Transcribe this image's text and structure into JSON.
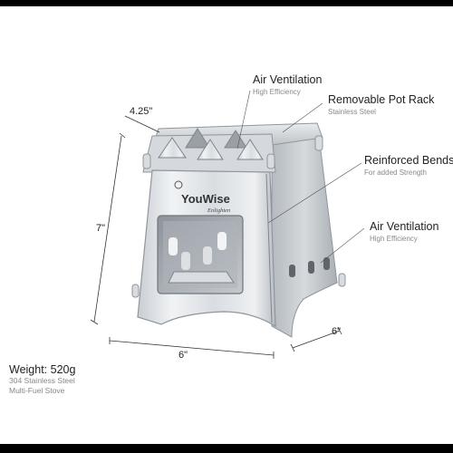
{
  "annotations": {
    "air_vent_top": {
      "title": "Air Ventilation",
      "subtitle": "High Efficiency"
    },
    "pot_rack": {
      "title": "Removable Pot Rack",
      "subtitle": "Stainless Steel"
    },
    "bends": {
      "title": "Reinforced Bends",
      "subtitle": "For added Strength"
    },
    "air_vent_side": {
      "title": "Air Ventilation",
      "subtitle": "High Efficiency"
    }
  },
  "dimensions": {
    "top_width": "4.25\"",
    "height": "7\"",
    "bottom_width": "6\"",
    "depth": "6\""
  },
  "brand": {
    "name": "YouWise",
    "tagline": "Enlighten"
  },
  "specs": {
    "weight": "Weight: 520g",
    "material": "304 Stainless Steel",
    "fuel": "Multi-Fuel Stove"
  },
  "colors": {
    "background": "#ffffff",
    "bars": "#000000",
    "steel_light": "#e6e8ea",
    "steel_dark": "#9aa0a6",
    "text": "#222222",
    "subtext": "#888888"
  }
}
